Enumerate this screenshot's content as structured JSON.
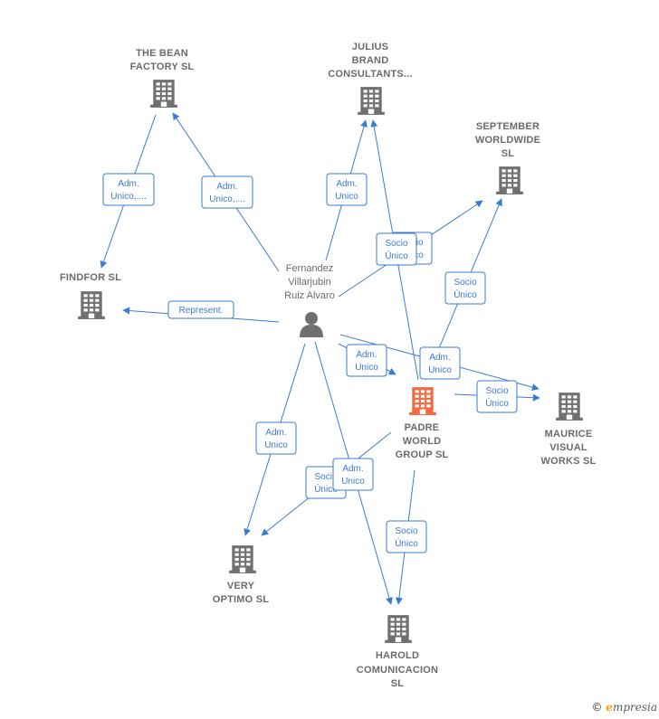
{
  "center_company": {
    "id": "padre",
    "label_lines": [
      "PADRE",
      "WORLD",
      "GROUP  SL"
    ],
    "color": "#f26a3d"
  },
  "person": {
    "id": "person",
    "label_lines": [
      "Fernandez",
      "Villarjubin",
      "Ruiz Alvaro"
    ],
    "icon": "person-icon"
  },
  "companies": [
    {
      "id": "bean",
      "label_lines": [
        "THE BEAN",
        "FACTORY  SL"
      ],
      "icon": "building-icon"
    },
    {
      "id": "julius",
      "label_lines": [
        "JULIUS",
        "BRAND",
        "CONSULTANTS..."
      ],
      "icon": "building-icon"
    },
    {
      "id": "september",
      "label_lines": [
        "SEPTEMBER",
        "WORLDWIDE",
        "SL"
      ],
      "icon": "building-icon"
    },
    {
      "id": "findfor",
      "label_lines": [
        "FINDFOR  SL"
      ],
      "icon": "building-icon"
    },
    {
      "id": "maurice",
      "label_lines": [
        "MAURICE",
        "VISUAL",
        "WORKS  SL"
      ],
      "icon": "building-icon"
    },
    {
      "id": "optimo",
      "label_lines": [
        "VERY",
        "OPTIMO  SL"
      ],
      "icon": "building-icon"
    },
    {
      "id": "harold",
      "label_lines": [
        "HAROLD",
        "COMUNICACION",
        "SL"
      ],
      "icon": "building-icon"
    }
  ],
  "relations": [
    {
      "id": "rel-bean-findfor",
      "label_lines": [
        "Adm.",
        "Unico,...."
      ]
    },
    {
      "id": "rel-person-bean",
      "label_lines": [
        "Adm.",
        "Unico,...."
      ]
    },
    {
      "id": "rel-person-julius",
      "label_lines": [
        "Adm.",
        "Unico"
      ]
    },
    {
      "id": "rel-padre-september",
      "label_lines": [
        "Socio",
        "Único"
      ]
    },
    {
      "id": "rel-person-september",
      "label_lines": [
        "Socio",
        "Único"
      ]
    },
    {
      "id": "rel-padre-september-2",
      "label_lines": [
        "Socio",
        "Único"
      ]
    },
    {
      "id": "rel-person-findfor",
      "label_lines": [
        "Represent."
      ]
    },
    {
      "id": "rel-person-padre",
      "label_lines": [
        "Adm.",
        "Unico"
      ]
    },
    {
      "id": "rel-padre-maurice-adm",
      "label_lines": [
        "Adm.",
        "Unico"
      ]
    },
    {
      "id": "rel-padre-maurice",
      "label_lines": [
        "Socio",
        "Único"
      ]
    },
    {
      "id": "rel-person-optimo",
      "label_lines": [
        "Adm.",
        "Unico"
      ]
    },
    {
      "id": "rel-padre-optimo",
      "label_lines": [
        "Socio",
        "Único"
      ]
    },
    {
      "id": "rel-person-harold",
      "label_lines": [
        "Adm.",
        "Unico"
      ]
    },
    {
      "id": "rel-padre-harold",
      "label_lines": [
        "Socio",
        "Único"
      ]
    }
  ],
  "colors": {
    "edge": "#3a7bd5",
    "building": "#707070",
    "center_building": "#f26a3d",
    "label": "#6b6b6b"
  },
  "footer": {
    "copyright_symbol": "©",
    "brand_initial": "e",
    "brand_rest": "mpresia"
  }
}
